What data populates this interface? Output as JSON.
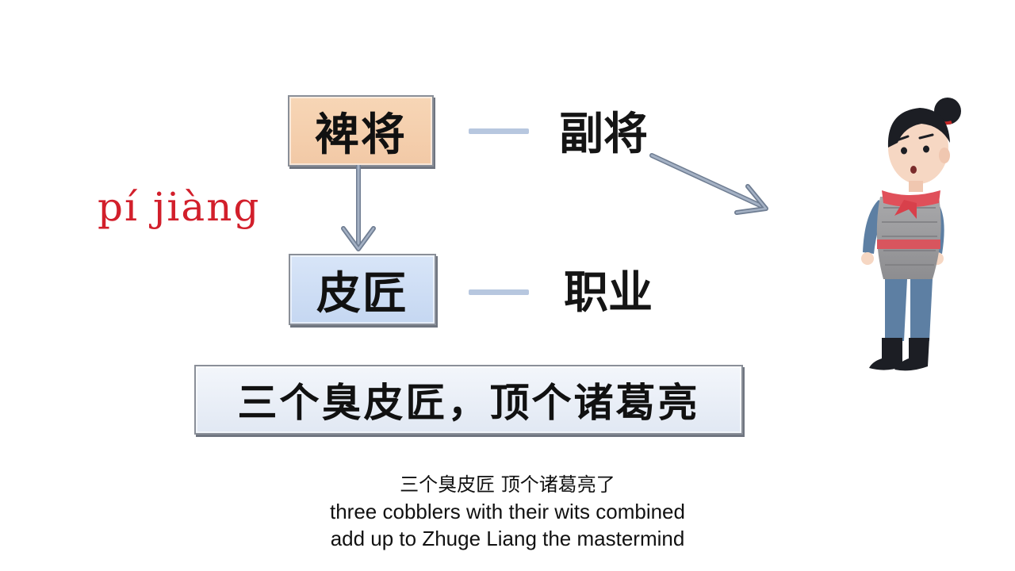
{
  "diagram": {
    "top_term": "裨将",
    "top_meaning": "副将",
    "pinyin": "pí jiàng",
    "bottom_term": "皮匠",
    "bottom_meaning": "职业",
    "idiom": "三个臭皮匠，顶个诸葛亮"
  },
  "subtitles": {
    "zh": "三个臭皮匠 顶个诸葛亮了",
    "en_line1": "three cobblers with their wits combined",
    "en_line2": "add up to Zhuge Liang the mastermind"
  },
  "colors": {
    "top_box": "#f2c9a6",
    "bottom_box": "#c5d7f1",
    "idiom_box": "#e1e8f3",
    "pinyin": "#d21f2b",
    "connector": "#b7c7df",
    "arrow": "#8e9bb0"
  }
}
